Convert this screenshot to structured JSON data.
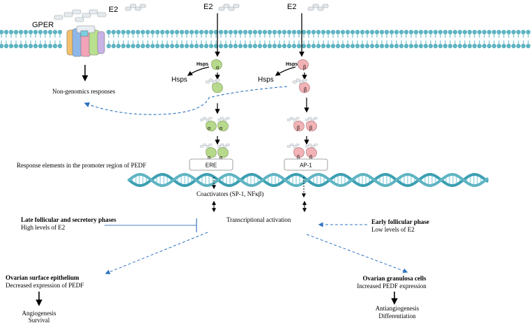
{
  "labels": {
    "gper": "GPER",
    "e2_left": "E2",
    "e2_mid": "E2",
    "e2_right": "E2",
    "hsps_a_tag": "Hsps",
    "hsps_b_tag": "Hsps",
    "hsps_a_out": "Hsps",
    "hsps_b_out": "Hsps",
    "alpha": "α",
    "beta": "β",
    "non_genomic": "Non-genomics responses",
    "response_elements": "Response elements in the promoter region of PEDF",
    "ere_box": "ERE",
    "ap1_box": "AP-1",
    "coactivators": "Coactivators (SP-1, NFκβ)",
    "transcriptional": "Transcriptional activation",
    "late_title": "Late follicular and secretory phases",
    "late_sub": "High levels of E2",
    "early_title": "Early follicular phase",
    "early_sub": "Low levels of E2",
    "ovarian_surface_title": "Ovarian surface epithelium",
    "ovarian_surface_sub": "Decreased expression of PEDF",
    "angiogenesis": "Angiogenesis",
    "survival": "Survival",
    "granulosa_title": "Ovarian granulosa cells",
    "granulosa_sub": "Increased PEDF expression",
    "antiangiogenesis": "Antiangiogenesis",
    "differentiation": "Differentiation"
  },
  "colors": {
    "membrane": "#5fb4c2",
    "dna_light": "#8fd0dc",
    "dna_dark": "#3c9fb2",
    "alpha_fill": "#b7d98b",
    "beta_fill": "#f2b3b6",
    "dashed_blue": "#2f74c0",
    "inhibit_line": "#4a7fc0"
  }
}
